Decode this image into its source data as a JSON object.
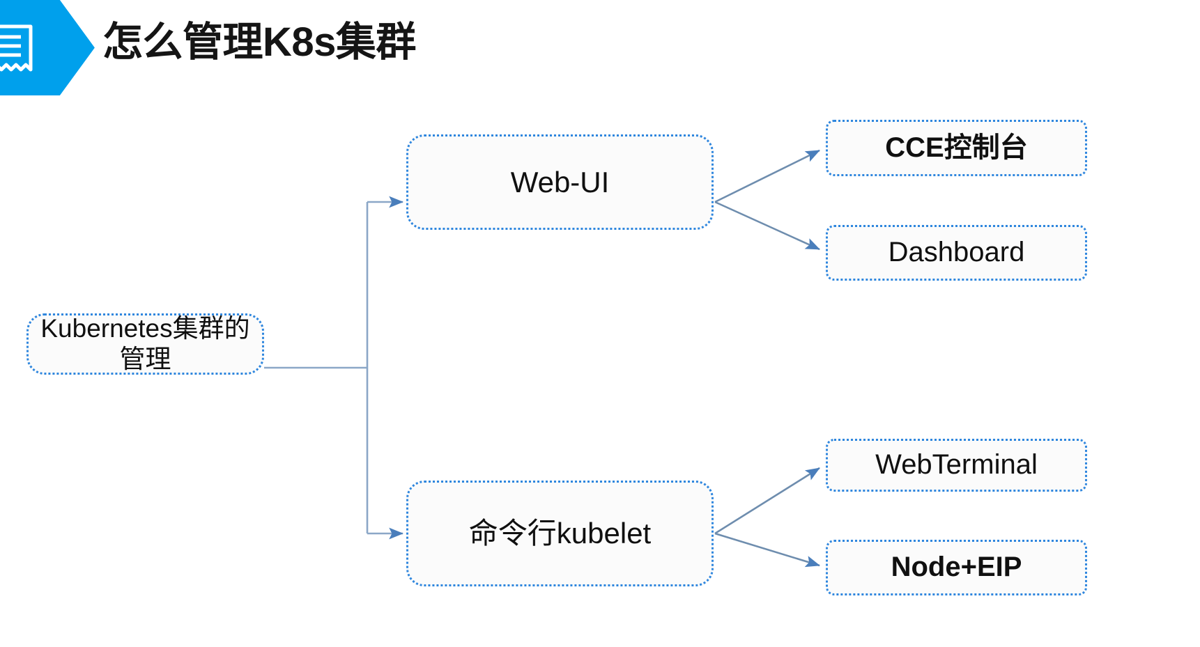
{
  "header": {
    "title": "怎么管理K8s集群",
    "icon": "document-lines-icon",
    "banner_color": "#00A0EC",
    "title_color": "#151515"
  },
  "diagram": {
    "type": "tree",
    "node_border_color": "#2e86de",
    "connector_color": "#7f9dc0",
    "nodes": [
      {
        "id": "root",
        "label": "Kubernetes集群的管理",
        "bold": false,
        "level": 0
      },
      {
        "id": "webui",
        "label": "Web-UI",
        "bold": false,
        "level": 1
      },
      {
        "id": "kubelet",
        "label": "命令行kubelet",
        "bold": false,
        "level": 1
      },
      {
        "id": "cce",
        "label": "CCE控制台",
        "bold": true,
        "level": 2
      },
      {
        "id": "dashboard",
        "label": "Dashboard",
        "bold": false,
        "level": 2
      },
      {
        "id": "webterminal",
        "label": "WebTerminal",
        "bold": false,
        "level": 2
      },
      {
        "id": "nodeeip",
        "label": "Node+EIP",
        "bold": true,
        "level": 2
      }
    ],
    "edges": [
      {
        "from": "root",
        "to": "webui",
        "style": "elbow"
      },
      {
        "from": "root",
        "to": "kubelet",
        "style": "elbow"
      },
      {
        "from": "webui",
        "to": "cce",
        "style": "straight"
      },
      {
        "from": "webui",
        "to": "dashboard",
        "style": "straight"
      },
      {
        "from": "kubelet",
        "to": "webterminal",
        "style": "straight"
      },
      {
        "from": "kubelet",
        "to": "nodeeip",
        "style": "straight"
      }
    ]
  }
}
